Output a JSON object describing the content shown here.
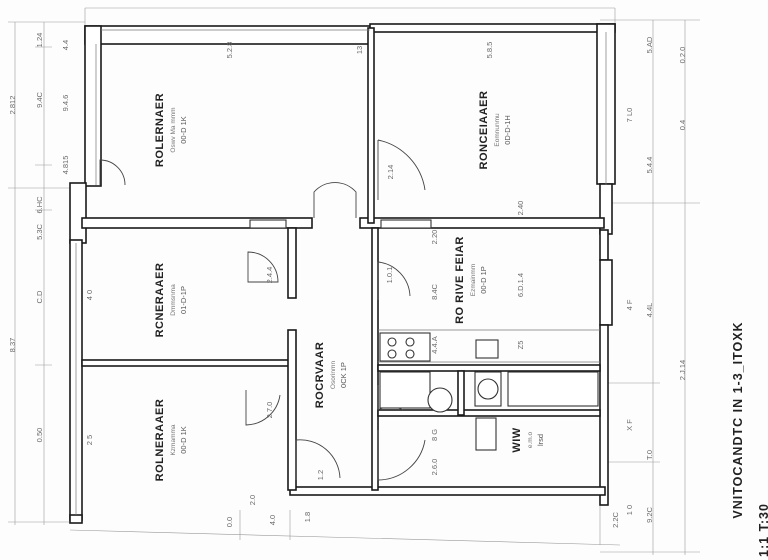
{
  "rooms": [
    {
      "title": "ROLERNAER",
      "sub": "Oswv Ma mmm",
      "code": "00-D 1K"
    },
    {
      "title": "RONCEIAAER",
      "sub": "Eomnunmu",
      "code": "0D-D-1H"
    },
    {
      "title": "RCNERAAER",
      "sub": "Dmmsnma",
      "code": "01-D-1P"
    },
    {
      "title": "ROLNERAAER",
      "sub": "Kzmamma",
      "code": "00-D 1K"
    },
    {
      "title": "ROCRVAAR",
      "sub": "Osorinmn",
      "code": "0CK 1P"
    },
    {
      "title": "RO RIVE FEIAR",
      "sub": "Ezmainmm",
      "code": "00-D 1P"
    },
    {
      "title": "WIW",
      "sub": "e.m.o",
      "code": "lrsd"
    }
  ],
  "title_block": {
    "title": "VNITOCANDTC IN 1-3_ITOXK",
    "scale": "1:1 T:30"
  },
  "dimensions": [
    "2.812",
    "8.37",
    "1.24",
    "9.4C",
    "6.HC",
    "5.3C",
    "C.D",
    "0.50",
    "4.4",
    "9.4.6",
    "4.815",
    "5.2.8",
    "5.8.5",
    "13",
    "5.AD",
    "5.4.4",
    "4.4L",
    "T.0",
    "9.2C",
    "0.2.0",
    "0.4",
    "2.J.14",
    "7 L0",
    "4 F",
    "X F",
    "1 0",
    "2.14",
    "2.20",
    "2.40",
    "8.4C",
    "6.D.1.4",
    "2.4.4",
    "1.0.1",
    "4 0",
    "2.7.0",
    "4.4.A",
    "Z5",
    "2 5",
    "2.6.0",
    "8 G",
    "1.2",
    "2.0",
    "0.0",
    "1.8",
    "4.0",
    "2.2C"
  ]
}
